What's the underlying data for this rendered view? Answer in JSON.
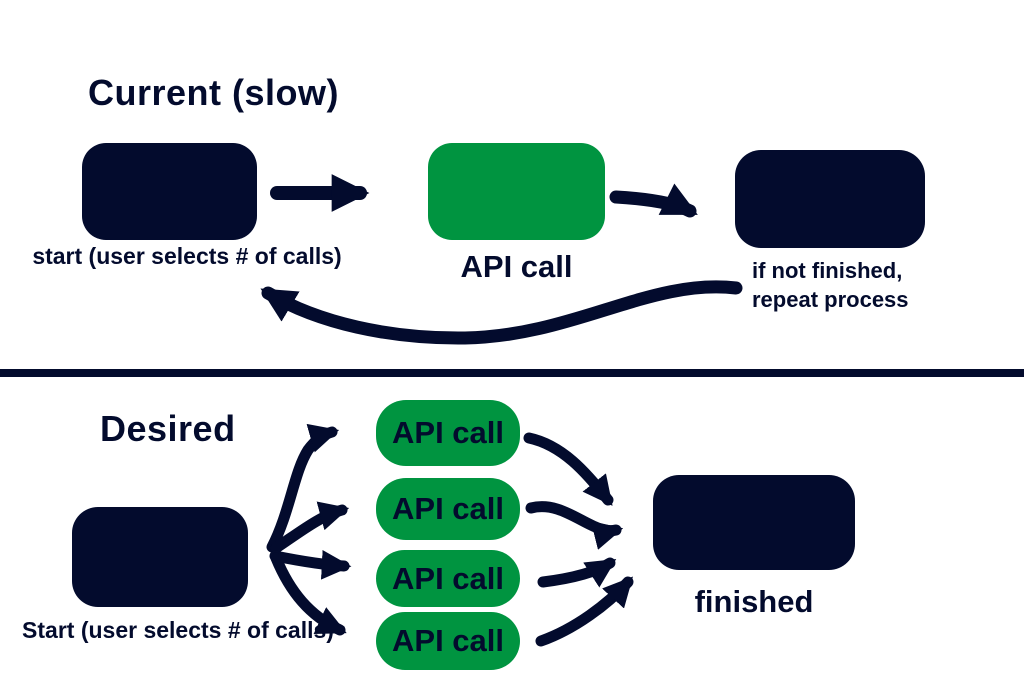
{
  "colors": {
    "navy": "#030b2d",
    "green": "#009440",
    "background": "#ffffff"
  },
  "top_section": {
    "title": "Current (slow)",
    "start_label": "start (user selects # of calls)",
    "api_call_label": "API call",
    "repeat_label_line1": "if not finished,",
    "repeat_label_line2": "repeat process"
  },
  "bottom_section": {
    "title": "Desired",
    "start_label": "Start (user selects # of calls)",
    "api_calls": [
      "API call",
      "API call",
      "API call",
      "API call"
    ],
    "finished_label": "finished"
  }
}
